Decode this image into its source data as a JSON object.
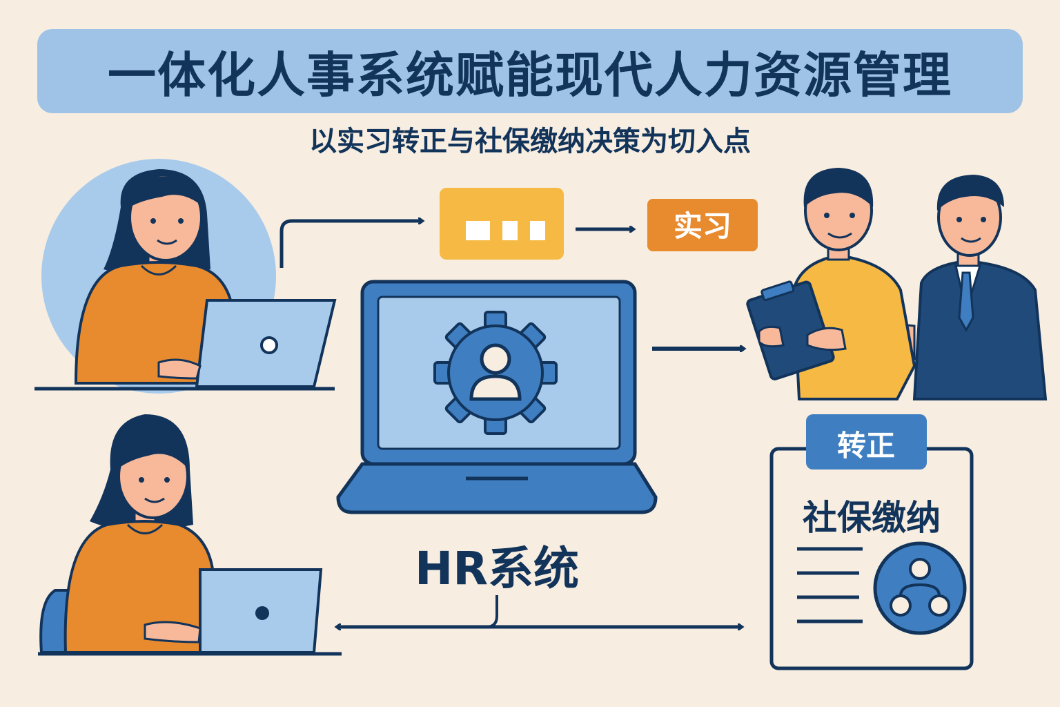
{
  "title": "一体化人事系统赋能现代人力资源管理",
  "subtitle": "以实习转正与社保缴纳决策为切入点",
  "labels": {
    "internship": "实习",
    "regularization": "转正",
    "social_insurance": "社保缴纳",
    "hr_system": "HR系统"
  },
  "colors": {
    "background": "#f7ede0",
    "banner": "#9fc3e6",
    "navy": "#12335a",
    "orange": "#e88a2e",
    "yellow": "#f5b944",
    "blue": "#3f7fc1",
    "light_blue": "#a9cbeb"
  },
  "icons": [
    "gear-user-icon",
    "group-icon",
    "laptop-icon",
    "clipboard-icon"
  ]
}
